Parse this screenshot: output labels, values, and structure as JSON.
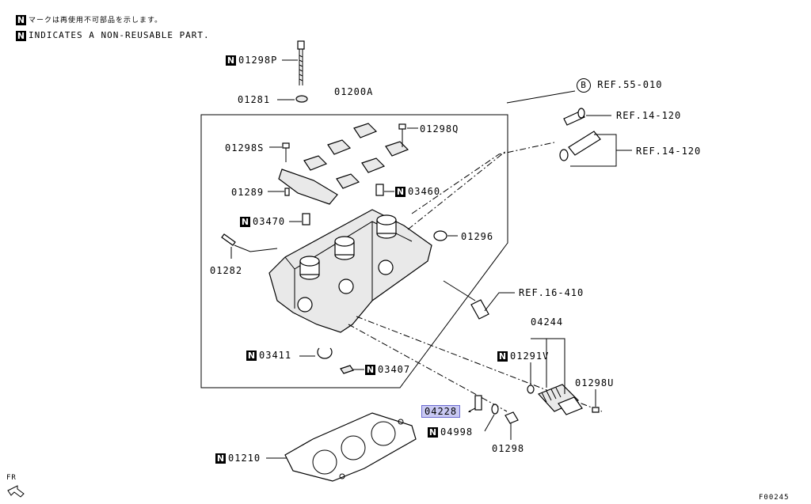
{
  "notes": {
    "symbol": "N",
    "jp": "マークは再使用不可部品を示します。",
    "en": "INDICATES A NON-REUSABLE PART."
  },
  "callouts": [
    {
      "id": "c01298P",
      "text": "01298P",
      "nonreusable": true
    },
    {
      "id": "c01281",
      "text": "01281",
      "nonreusable": false
    },
    {
      "id": "c01200A",
      "text": "01200A",
      "nonreusable": false
    },
    {
      "id": "c01298Q",
      "text": "01298Q",
      "nonreusable": false
    },
    {
      "id": "c01298S",
      "text": "01298S",
      "nonreusable": false
    },
    {
      "id": "c01289",
      "text": "01289",
      "nonreusable": false
    },
    {
      "id": "c03460",
      "text": "03460",
      "nonreusable": true
    },
    {
      "id": "c03470",
      "text": "03470",
      "nonreusable": true
    },
    {
      "id": "c01296",
      "text": "01296",
      "nonreusable": false
    },
    {
      "id": "c01282",
      "text": "01282",
      "nonreusable": false
    },
    {
      "id": "c03411",
      "text": "03411",
      "nonreusable": true
    },
    {
      "id": "c03407",
      "text": "03407",
      "nonreusable": true
    },
    {
      "id": "c04244",
      "text": "04244",
      "nonreusable": false
    },
    {
      "id": "c01291V",
      "text": "01291V",
      "nonreusable": true
    },
    {
      "id": "c01298U",
      "text": "01298U",
      "nonreusable": false
    },
    {
      "id": "c04228",
      "text": "04228",
      "nonreusable": false,
      "highlighted": true
    },
    {
      "id": "c04998",
      "text": "04998",
      "nonreusable": true
    },
    {
      "id": "c01298",
      "text": "01298",
      "nonreusable": false
    },
    {
      "id": "c01210",
      "text": "01210",
      "nonreusable": true
    }
  ],
  "refs": {
    "ref55": {
      "circle": "B",
      "text": "REF.55-010"
    },
    "ref14a": "REF.14-120",
    "ref14b": "REF.14-120",
    "ref16": "REF.16-410"
  },
  "footer": {
    "fr": "FR",
    "code": "F00245"
  }
}
